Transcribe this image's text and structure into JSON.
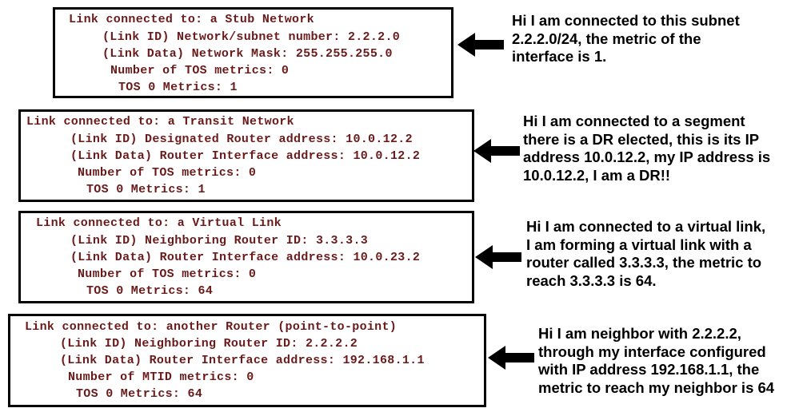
{
  "colors": {
    "code_text": "#6b1a1a",
    "box_border": "#000000",
    "explanation_text": "#000000",
    "arrow": "#000000"
  },
  "panels": [
    {
      "id": "stub",
      "code_lines": [
        "Link connected to: a Stub Network",
        "(Link ID) Network/subnet number: 2.2.2.0",
        "(Link Data) Network Mask: 255.255.255.0",
        "Number of TOS metrics: 0",
        "TOS 0 Metrics: 1"
      ],
      "explanation_lines": [
        "Hi I am connected to this subnet",
        "2.2.2.0/24, the metric of the",
        "interface is 1."
      ],
      "arrow_icon": "left-arrow-icon"
    },
    {
      "id": "transit",
      "code_lines": [
        "Link connected to: a Transit Network",
        "(Link ID) Designated Router address: 10.0.12.2",
        "(Link Data) Router Interface address: 10.0.12.2",
        "Number of TOS metrics: 0",
        "TOS 0 Metrics: 1"
      ],
      "explanation_lines": [
        "Hi I am connected to a segment",
        "there is a DR elected, this is its IP",
        "address 10.0.12.2, my IP address is",
        "10.0.12.2, I am a DR!!"
      ],
      "arrow_icon": "left-arrow-icon"
    },
    {
      "id": "virtual",
      "code_lines": [
        "Link connected to: a Virtual Link",
        "(Link ID) Neighboring Router ID: 3.3.3.3",
        "(Link Data) Router Interface address: 10.0.23.2",
        "Number of TOS metrics: 0",
        "TOS 0 Metrics: 64"
      ],
      "explanation_lines": [
        "Hi I am connected to a virtual link,",
        "I am forming a virtual link with a",
        "router called 3.3.3.3, the metric to",
        "reach 3.3.3.3 is 64."
      ],
      "arrow_icon": "left-arrow-icon"
    },
    {
      "id": "p2p",
      "code_lines": [
        "Link connected to: another Router (point-to-point)",
        "(Link ID) Neighboring Router ID: 2.2.2.2",
        "(Link Data) Router Interface address: 192.168.1.1",
        "Number of MTID metrics: 0",
        "TOS 0 Metrics: 64"
      ],
      "explanation_lines": [
        "Hi I am neighbor with 2.2.2.2,",
        "through my interface configured",
        "with IP address 192.168.1.1, the",
        "metric to reach my neighbor is 64"
      ],
      "arrow_icon": "left-arrow-icon"
    }
  ]
}
